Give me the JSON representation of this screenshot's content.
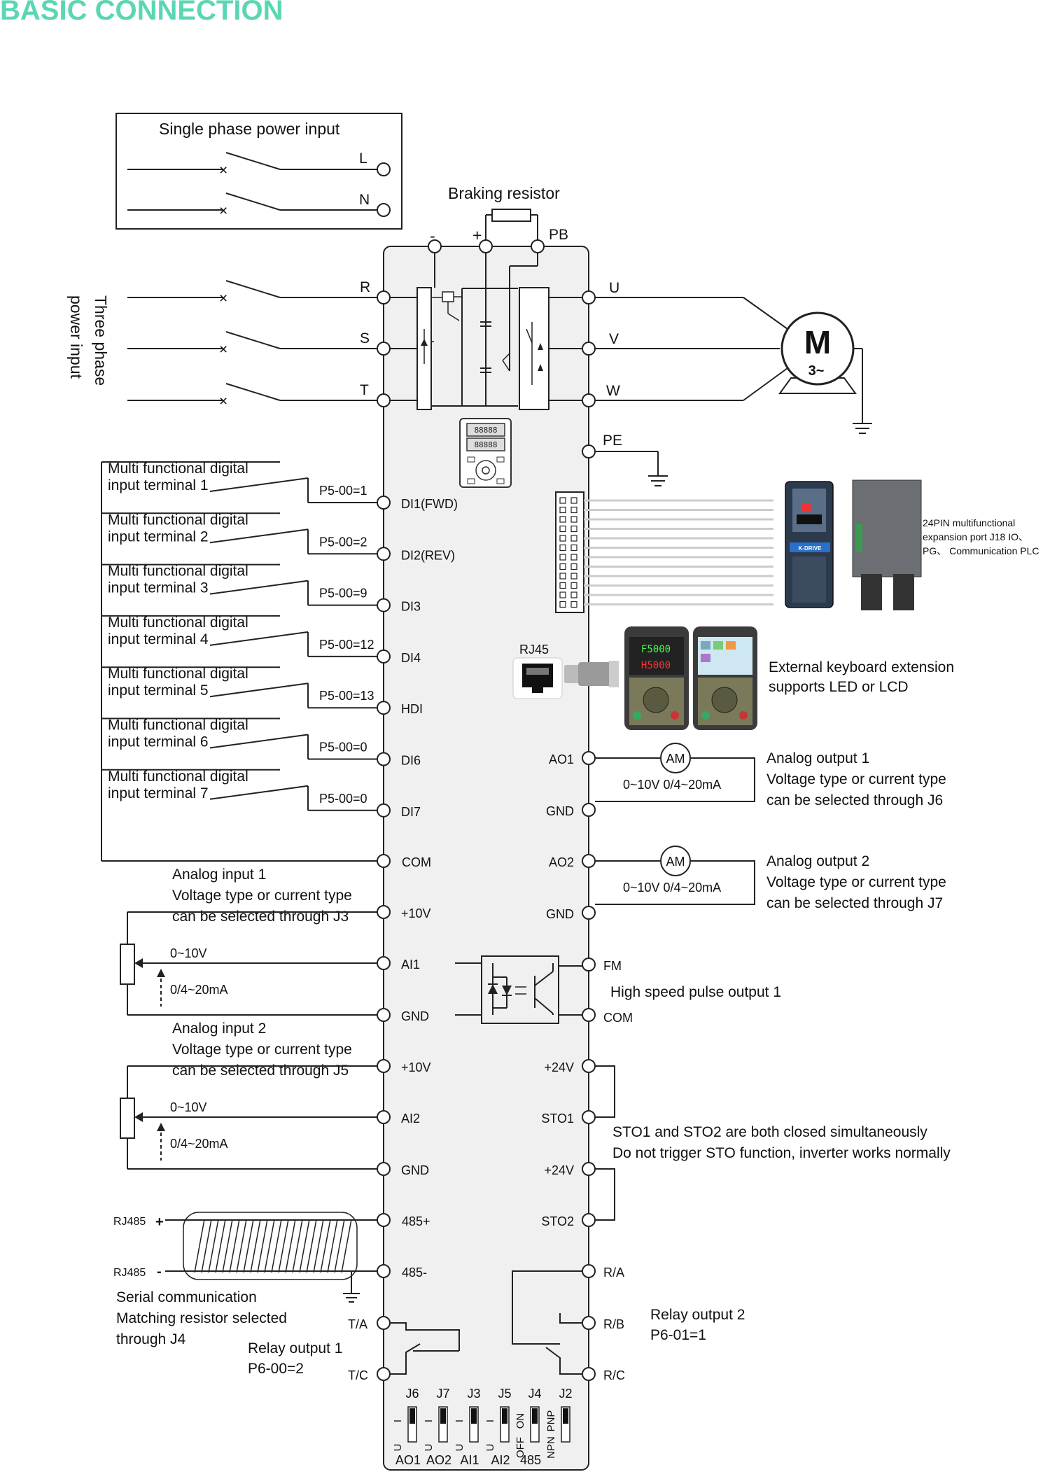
{
  "title": "BASIC CONNECTION",
  "single_phase": {
    "title": "Single phase power input",
    "l": "L",
    "n": "N"
  },
  "three_phase": {
    "line1": "Three phase",
    "line2": "power input",
    "r": "R",
    "s": "S",
    "t": "T"
  },
  "braking": {
    "title": "Braking resistor",
    "minus": "-",
    "plus": "+",
    "pb": "PB"
  },
  "motor": {
    "m": "M",
    "phases": "3~",
    "u": "U",
    "v": "V",
    "w": "W",
    "pe": "PE"
  },
  "digital_inputs": [
    {
      "desc1": "Multi functional digital",
      "desc2": "input terminal 1",
      "param": "P5-00=1",
      "terminal": "DI1(FWD)"
    },
    {
      "desc1": "Multi functional digital",
      "desc2": "input terminal 2",
      "param": "P5-00=2",
      "terminal": "DI2(REV)"
    },
    {
      "desc1": "Multi functional digital",
      "desc2": "input terminal 3",
      "param": "P5-00=9",
      "terminal": "DI3"
    },
    {
      "desc1": "Multi functional digital",
      "desc2": "input terminal 4",
      "param": "P5-00=12",
      "terminal": "DI4"
    },
    {
      "desc1": "Multi functional digital",
      "desc2": "input terminal 5",
      "param": "P5-00=13",
      "terminal": "HDI"
    },
    {
      "desc1": "Multi functional digital",
      "desc2": "input terminal 6",
      "param": "P5-00=0",
      "terminal": "DI6"
    },
    {
      "desc1": "Multi functional digital",
      "desc2": "input terminal 7",
      "param": "P5-00=0",
      "terminal": "DI7"
    }
  ],
  "com": "COM",
  "expansion": {
    "line1": "24PIN multifunctional",
    "line2": "expansion port J18 IO、",
    "line3": "PG、 Communication PLC",
    "brand": "K-DRIVE"
  },
  "keyboard": {
    "rj45": "RJ45",
    "line1": "External keyboard extension",
    "line2": "supports LED or LCD",
    "led1": "F5000",
    "led2": "H5000"
  },
  "analog_outputs": [
    {
      "terminal": "AO1",
      "gnd": "GND",
      "meter": "AM",
      "range": "0~10V  0/4~20mA",
      "line1": "Analog output 1",
      "line2": "Voltage type or current type",
      "line3": "can be selected through J6"
    },
    {
      "terminal": "AO2",
      "gnd": "GND",
      "meter": "AM",
      "range": "0~10V  0/4~20mA",
      "line1": "Analog output 2",
      "line2": "Voltage type or current type",
      "line3": "can be selected through J7"
    }
  ],
  "analog_inputs": [
    {
      "line1": "Analog input 1",
      "line2": "Voltage type or current type",
      "line3": "can be selected through J3",
      "v10": "+10V",
      "terminal": "AI1",
      "gnd": "GND",
      "volt": "0~10V",
      "curr": "0/4~20mA"
    },
    {
      "line1": "Analog input 2",
      "line2": "Voltage type or current type",
      "line3": "can be selected through J5",
      "v10": "+10V",
      "terminal": "AI2",
      "gnd": "GND",
      "volt": "0~10V",
      "curr": "0/4~20mA"
    }
  ],
  "pulse": {
    "fm": "FM",
    "com": "COM",
    "label": "High speed pulse output 1"
  },
  "sto": {
    "v24a": "+24V",
    "sto1": "STO1",
    "v24b": "+24V",
    "sto2": "STO2",
    "line1": "STO1 and STO2 are both closed simultaneously",
    "line2": "Do not trigger STO function, inverter works normally"
  },
  "rs485": {
    "plus_label": "RJ485",
    "minus_label": "RJ485",
    "t_plus": "485+",
    "t_minus": "485-",
    "line1": "Serial communication",
    "line2": "Matching resistor selected",
    "line3": "through J4"
  },
  "relay1": {
    "ta": "T/A",
    "tc": "T/C",
    "line1": "Relay output 1",
    "line2": "P6-00=2"
  },
  "relay2": {
    "ra": "R/A",
    "rb": "R/B",
    "rc": "R/C",
    "line1": "Relay output 2",
    "line2": "P6-01=1"
  },
  "jumpers": [
    {
      "name": "J6",
      "bottom": "AO1",
      "top_mark": "I",
      "low_mark": "U"
    },
    {
      "name": "J7",
      "bottom": "AO2",
      "top_mark": "I",
      "low_mark": "U"
    },
    {
      "name": "J3",
      "bottom": "AI1",
      "top_mark": "I",
      "low_mark": "U"
    },
    {
      "name": "J5",
      "bottom": "AI2",
      "top_mark": "I",
      "low_mark": "U"
    },
    {
      "name": "J4",
      "bottom": "485",
      "top_mark": "ON",
      "low_mark": "OFF"
    },
    {
      "name": "J2",
      "bottom": "",
      "top_mark": "PNP",
      "low_mark": "NPN"
    }
  ]
}
